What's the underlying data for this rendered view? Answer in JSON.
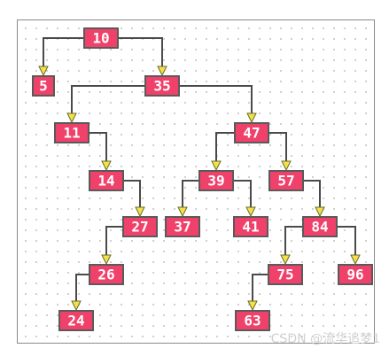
{
  "diagram": {
    "nodes": [
      {
        "id": "n10",
        "label": "10"
      },
      {
        "id": "n5",
        "label": "5"
      },
      {
        "id": "n35",
        "label": "35"
      },
      {
        "id": "n11",
        "label": "11"
      },
      {
        "id": "n47",
        "label": "47"
      },
      {
        "id": "n14",
        "label": "14"
      },
      {
        "id": "n39",
        "label": "39"
      },
      {
        "id": "n57",
        "label": "57"
      },
      {
        "id": "n27",
        "label": "27"
      },
      {
        "id": "n37",
        "label": "37"
      },
      {
        "id": "n41",
        "label": "41"
      },
      {
        "id": "n84",
        "label": "84"
      },
      {
        "id": "n26",
        "label": "26"
      },
      {
        "id": "n75",
        "label": "75"
      },
      {
        "id": "n96",
        "label": "96"
      },
      {
        "id": "n24",
        "label": "24"
      },
      {
        "id": "n63",
        "label": "63"
      }
    ],
    "edges": [
      {
        "from": "n10",
        "to": "n5"
      },
      {
        "from": "n10",
        "to": "n35"
      },
      {
        "from": "n35",
        "to": "n11"
      },
      {
        "from": "n35",
        "to": "n47"
      },
      {
        "from": "n11",
        "to": "n14"
      },
      {
        "from": "n47",
        "to": "n39"
      },
      {
        "from": "n47",
        "to": "n57"
      },
      {
        "from": "n14",
        "to": "n27"
      },
      {
        "from": "n39",
        "to": "n37"
      },
      {
        "from": "n39",
        "to": "n41"
      },
      {
        "from": "n57",
        "to": "n84"
      },
      {
        "from": "n27",
        "to": "n26"
      },
      {
        "from": "n84",
        "to": "n75"
      },
      {
        "from": "n84",
        "to": "n96"
      },
      {
        "from": "n26",
        "to": "n24"
      },
      {
        "from": "n75",
        "to": "n63"
      }
    ],
    "colors": {
      "node_fill": "#f0416b",
      "node_border": "#5a5a5a",
      "arrow_fill": "#f2e14a",
      "edge": "#4a4a4a"
    }
  },
  "watermark": "CSDN @流华追梦1"
}
